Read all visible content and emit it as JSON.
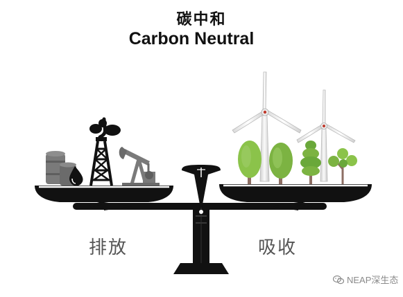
{
  "title": {
    "chinese": "碳中和",
    "english": "Carbon Neutral"
  },
  "left_pan": {
    "label": "排放"
  },
  "right_pan": {
    "label": "吸收"
  },
  "watermark": {
    "text": "NEAP深生态",
    "icon": "wechat-icon"
  },
  "colors": {
    "beam": "#111111",
    "industry_dark": "#111111",
    "industry_grey": "#7a7a7a",
    "tree_light": "#8bc34a",
    "tree_mid": "#6aa83a",
    "turbine": "#f2f2f2",
    "turbine_hub": "#c0392b"
  }
}
